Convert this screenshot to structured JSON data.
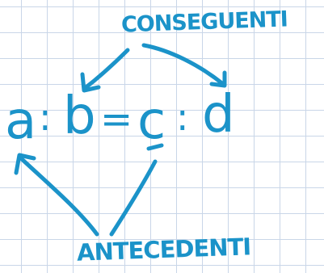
{
  "diagram": {
    "top_label": "CONSEGUENTI",
    "bottom_label": "ANTECEDENTI",
    "proportion": {
      "a": "a",
      "colon1": ":",
      "b": "b",
      "equals": "=",
      "c": "c",
      "colon2": ":",
      "d": "d"
    },
    "ink_color": "#1b93c9",
    "grid_color": "#c9d6e8"
  }
}
